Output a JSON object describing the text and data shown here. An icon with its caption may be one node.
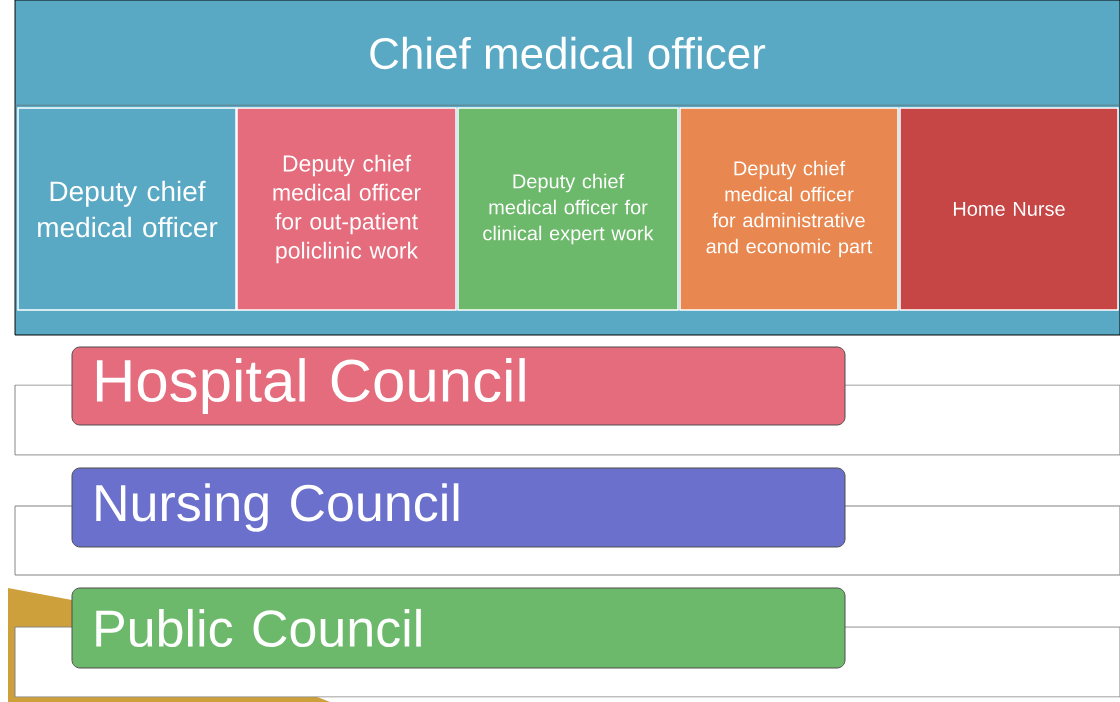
{
  "diagram": {
    "nodes": [
      {
        "text": [
          "Chief medical officer"
        ]
      },
      {
        "text": [
          "Deputy chief medical officer"
        ],
        "in": 0
      },
      {
        "text": [
          "Deputy chief medical officer for out-patient policlinic work"
        ],
        "in": 0
      },
      {
        "text": [
          "Deputy chief medical officer for clinical expert work"
        ],
        "in": 0
      },
      {
        "text": [
          "Deputy chief medical officer for administrative and economic part"
        ],
        "in": 0
      },
      {
        "text": [
          "Home Nurse"
        ],
        "in": 0
      },
      {
        "text": [
          "Hospital Council"
        ]
      },
      {
        "text": [
          "Nursing Council"
        ]
      },
      {
        "text": [
          "Public Council"
        ]
      }
    ]
  }
}
